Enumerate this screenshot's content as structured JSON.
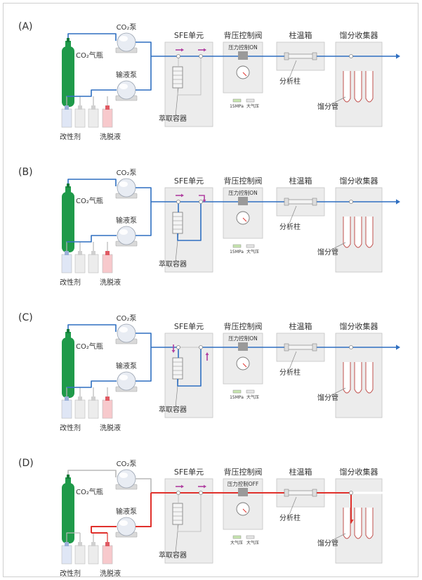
{
  "labels": {
    "co2_bottle": "CO₂气瓶",
    "co2_pump": "CO₂泵",
    "liquid_pump": "输液泵",
    "modifier": "改性剂",
    "wash": "洗脱液",
    "sfe_unit": "SFE单元",
    "extraction_vessel": "萃取容器",
    "bpr": "背压控制阀",
    "column_oven": "柱温箱",
    "column": "分析柱",
    "fraction_collector": "馏分收集器",
    "fraction_tube": "馏分管"
  },
  "colors": {
    "co2_flow": "#2f6fc1",
    "eluent_flow": "#e0312c",
    "idle_line": "#b8b8b8",
    "bottle": "#1f9a4a",
    "box_fill": "#ececec",
    "box_stroke": "#c4c4c4",
    "bpr_on_text": "#e0312c"
  },
  "panels": [
    {
      "id": "A",
      "label": "(A)",
      "mode": "bypass",
      "flow_color": "co2_flow",
      "bpr_status": "压力控制ON",
      "pressure_left": "15MPa",
      "pressure_right": "大气压",
      "small_arrows": "right",
      "extra_labels": {
        "fraction_tube_show": true
      }
    },
    {
      "id": "B",
      "label": "(B)",
      "mode": "fill",
      "flow_color": "co2_flow",
      "bpr_status": "压力控制ON",
      "pressure_left": "15MPa",
      "pressure_right": "大气压",
      "small_arrows": "right-down",
      "extra_labels": {
        "fraction_tube_show": true
      }
    },
    {
      "id": "C",
      "label": "(C)",
      "mode": "extract",
      "flow_color": "co2_flow",
      "bpr_status": "压力控制ON",
      "pressure_left": "15MPa",
      "pressure_right": "大气压",
      "small_arrows": "down-up",
      "extra_labels": {
        "fraction_tube_show": true
      }
    },
    {
      "id": "D",
      "label": "(D)",
      "mode": "elute",
      "flow_color": "eluent_flow",
      "bpr_status": "压力控制OFF",
      "pressure_left": "大气压",
      "pressure_right": "大气压",
      "small_arrows": "right",
      "extra_labels": {
        "fraction_tube_show": true
      }
    }
  ]
}
